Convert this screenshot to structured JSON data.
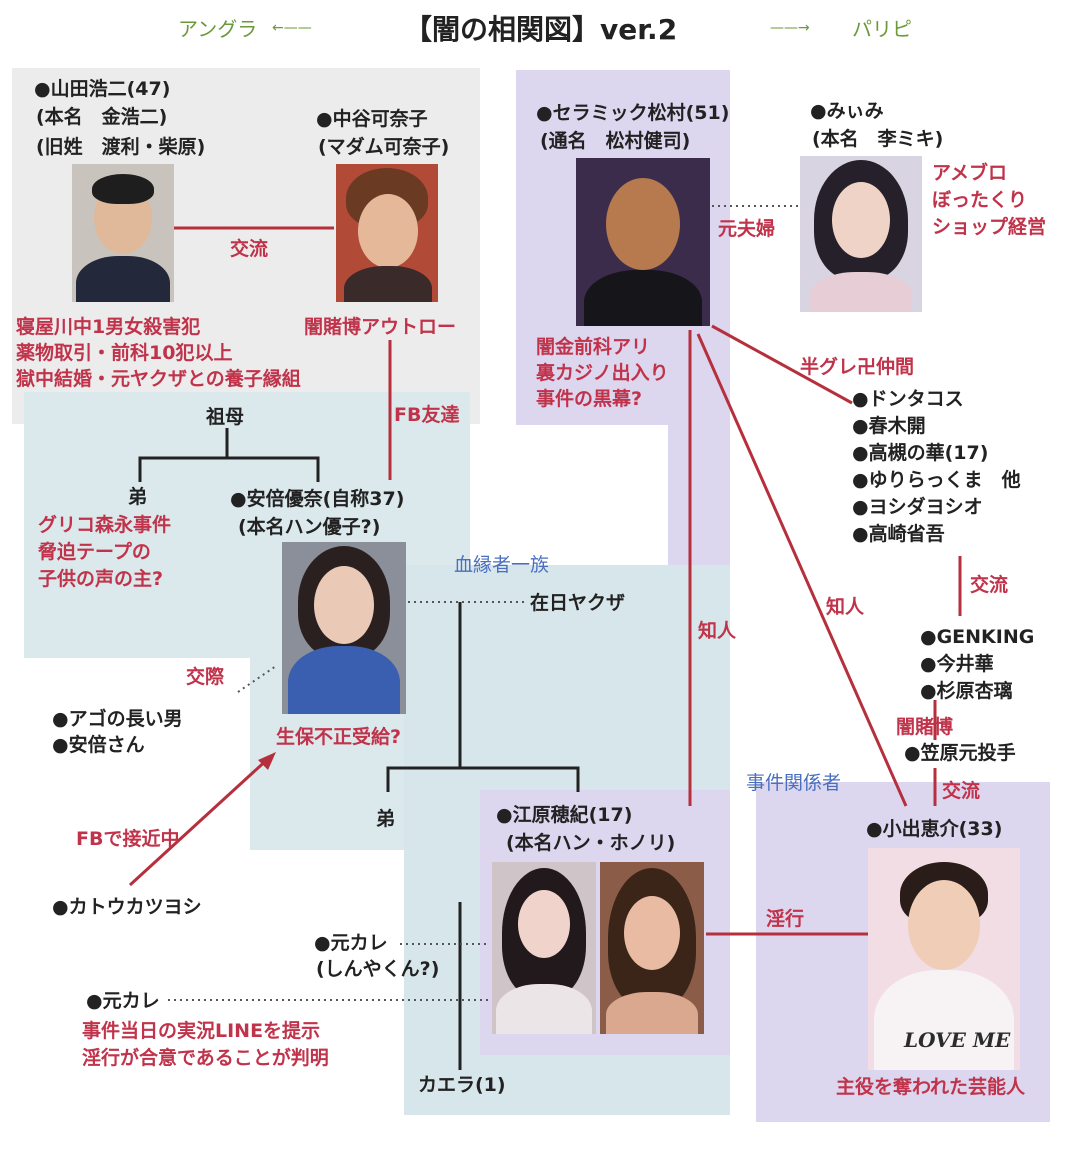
{
  "title": "【闇の相関図】ver.2",
  "header": {
    "left_label": "アングラ",
    "right_label": "パリピ"
  },
  "people": {
    "yamada": {
      "name": "●山田浩二(47)",
      "aliases": [
        "(本名　金浩二)",
        "(旧姓　渡利・柴原)"
      ],
      "notes": [
        "寝屋川中1男女殺害犯",
        "薬物取引・前科10犯以上",
        "獄中結婚・元ヤクザとの養子縁組"
      ]
    },
    "nakatani": {
      "name": "●中谷可奈子",
      "aliases": [
        "(マダム可奈子)"
      ],
      "notes": [
        "闇賭博アウトロー"
      ]
    },
    "ceramic": {
      "name": "●セラミック松村(51)",
      "aliases": [
        "(通名　松村健司)"
      ],
      "notes": [
        "闇金前科アリ",
        "裏カジノ出入り",
        "事件の黒幕?"
      ]
    },
    "miimi": {
      "name": "●みぃみ",
      "aliases": [
        "(本名　李ミキ)"
      ],
      "notes": [
        "アメブロ",
        "ぼったくり",
        "ショップ経営"
      ]
    },
    "abe": {
      "name": "●安倍優奈(自称37)",
      "aliases": [
        "(本名ハン優子?)"
      ],
      "notes": [
        "生保不正受給?"
      ]
    },
    "ehara": {
      "name": "●江原穂紀(17)",
      "aliases": [
        "(本名ハン・ホノリ)"
      ]
    },
    "koide": {
      "name": "●小出恵介(33)",
      "notes": [
        "主役を奪われた芸能人"
      ],
      "shirt_text": "LOVE ME"
    }
  },
  "labels": {
    "grandmother": "祖母",
    "brother1": "弟",
    "brother1_notes": [
      "グリコ森永事件",
      "脅迫テープの",
      "子供の声の主?"
    ],
    "zainichi": "在日ヤクザ",
    "blood_relatives": "血縁者一族",
    "brother2": "弟",
    "ago": [
      "●アゴの長い男",
      "●安倍さん"
    ],
    "katou": "●カトウカツヨシ",
    "ex1": [
      "●元カレ",
      "(しんやくん?)"
    ],
    "ex2": "●元カレ",
    "ex2_notes": [
      "事件当日の実況LINEを提示",
      "淫行が合意であることが判明"
    ],
    "kaera": "カエラ(1)",
    "hangure_title": "半グレ卍仲間",
    "hangure_members": [
      "●ドンタコス",
      "●春木開",
      "●高槻の華(17)",
      "●ゆりらっくま　他",
      "●ヨシダヨシオ",
      "●高崎省吾"
    ],
    "genking_group": [
      "●GENKING",
      "●今井華",
      "●杉原杏璃"
    ],
    "kasahara": "●笠原元投手",
    "jiken": "事件関係者"
  },
  "relations": {
    "kouryu1": "交流",
    "fb_friend": "FB友達",
    "motofufu": "元夫婦",
    "chijin1": "知人",
    "chijin2": "知人",
    "kouryu2": "交流",
    "yamitobaku": "闇賭博",
    "kouryu3": "交流",
    "kousai": "交際",
    "fb_approach": "FBで接近中",
    "inkou": "淫行"
  },
  "colors": {
    "relation_line": "#b5303c",
    "family_line": "#222222",
    "gray_zone": "#ececec",
    "lavender_zone": "#dcd6ef",
    "teal_zone": "#dbe9ec"
  }
}
